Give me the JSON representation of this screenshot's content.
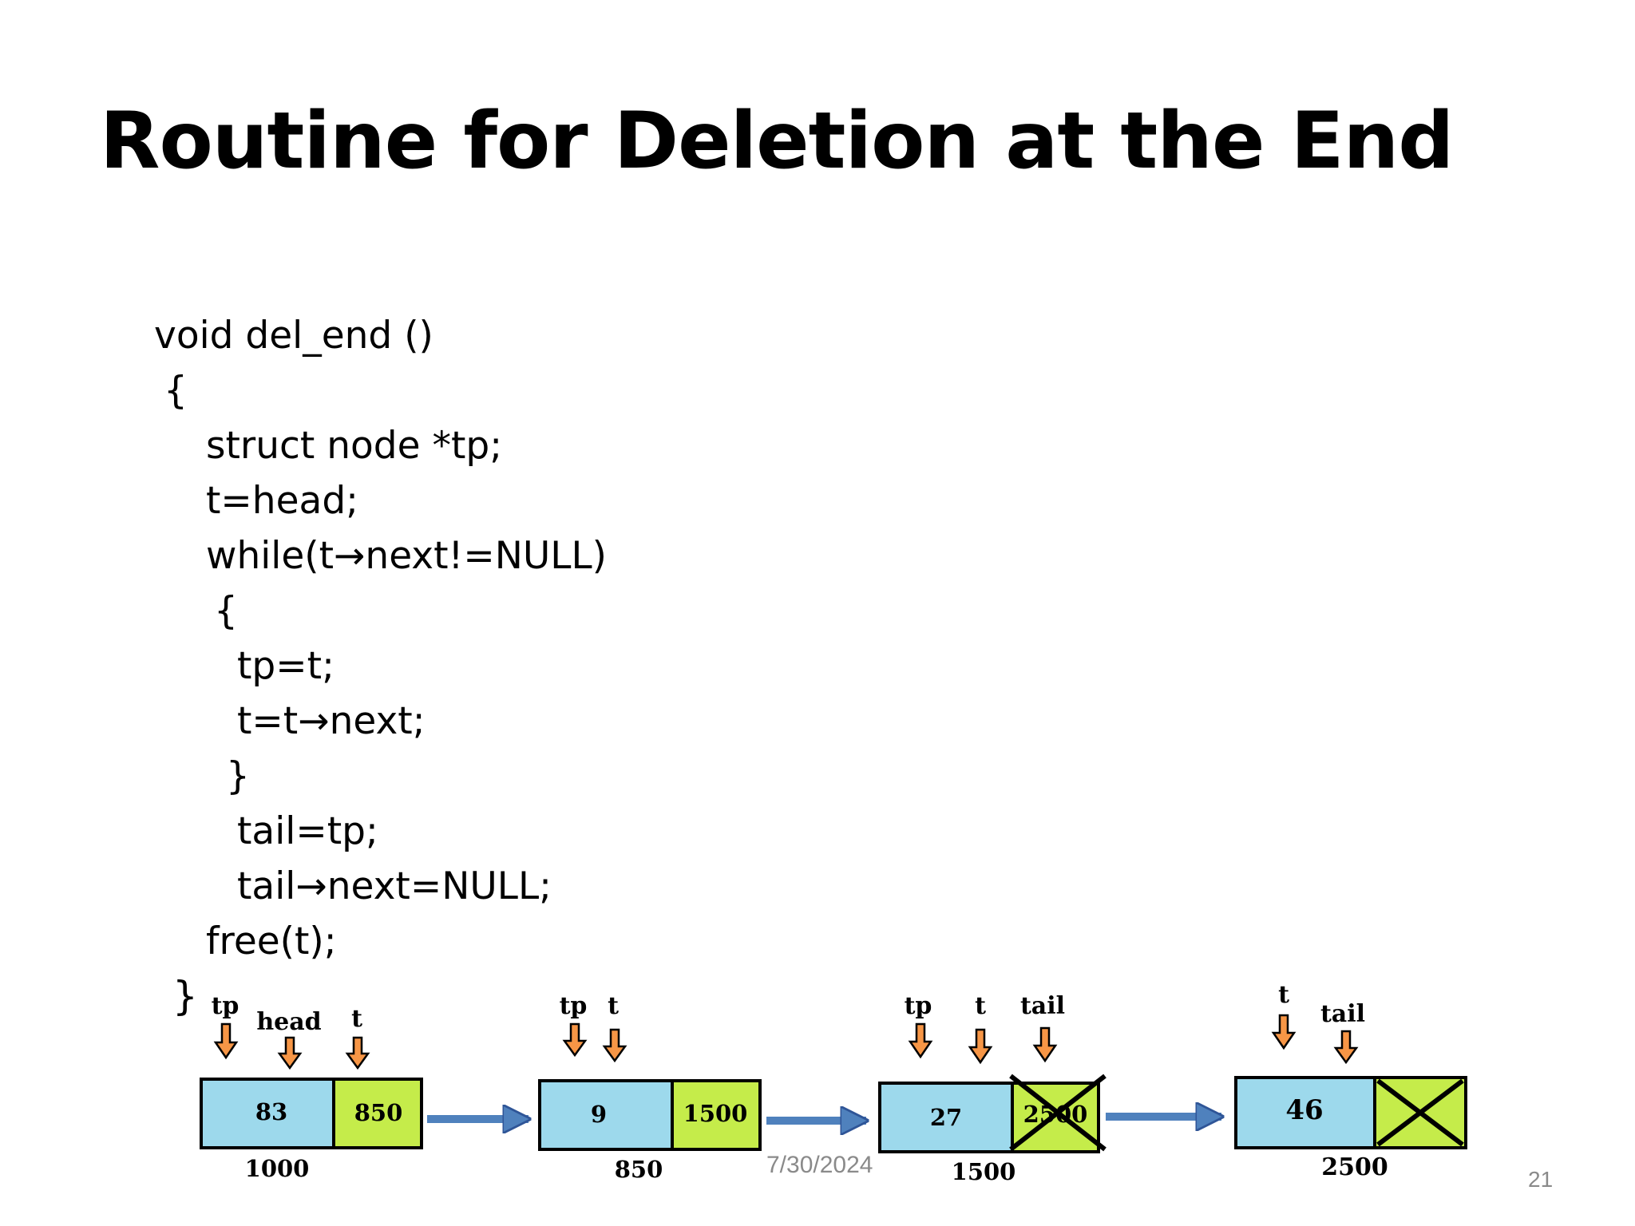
{
  "slide": {
    "title": "Routine for Deletion at the End",
    "code_lines": [
      "void del_end ()",
      "{",
      "struct node *tp;",
      "t=head;",
      "while(t→next!=NULL)",
      "{",
      "tp=t;",
      "t=t→next;",
      "}",
      "tail=tp;",
      "tail→next=NULL;",
      "free(t);"
    ],
    "closing_brace": "}",
    "date": "7/30/2024",
    "slide_number": "21"
  },
  "diagram": {
    "nodes": [
      {
        "data": "83",
        "next": "850",
        "address": "1000",
        "pointers": [
          "tp",
          "head",
          "t"
        ]
      },
      {
        "data": "9",
        "next": "1500",
        "address": "850",
        "pointers": [
          "tp",
          "t"
        ]
      },
      {
        "data": "27",
        "next": "2500",
        "address": "1500",
        "pointers": [
          "tp",
          "t",
          "tail"
        ],
        "next_crossed": true
      },
      {
        "data": "46",
        "next": "",
        "address": "2500",
        "pointers": [
          "t",
          "tail"
        ],
        "next_null": true
      }
    ],
    "colors": {
      "data_cell": "#9dd9ec",
      "next_cell": "#c5ec4a",
      "link_arrow": "#4f81bd",
      "pointer_arrow": "#f79646"
    }
  }
}
